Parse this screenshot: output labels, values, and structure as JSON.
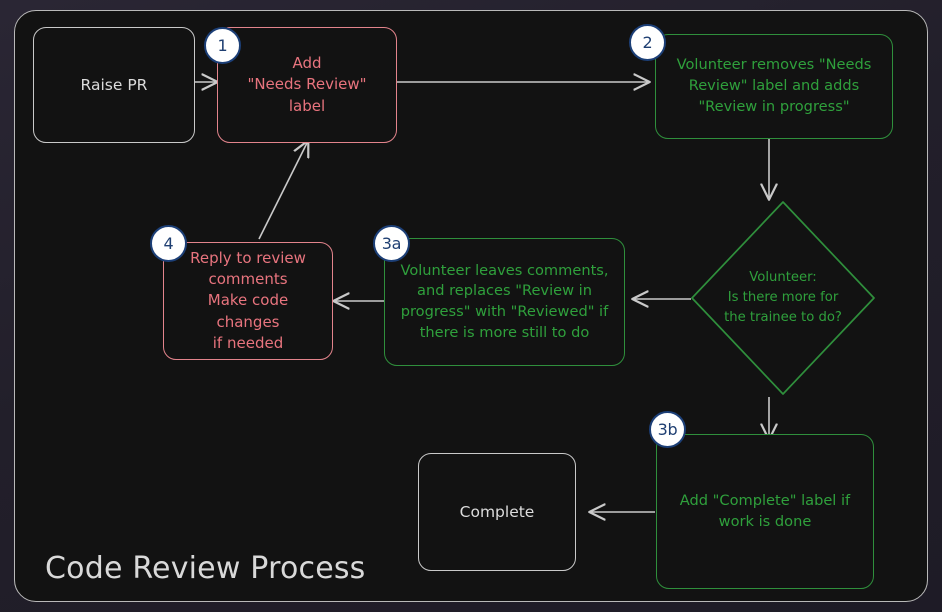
{
  "diagram": {
    "title": "Code Review Process",
    "colors": {
      "canvas_background": "#121212",
      "page_background": "#23202b",
      "frame_border": "#b9b9b9",
      "neutral_node": "#cfcfcf",
      "red_node": "#e8747e",
      "green_node": "#2fa03c",
      "badge_fill": "#ffffff",
      "badge_border": "#1c3f77",
      "badge_text": "#1f3f72",
      "edge": "#c9c9c9"
    },
    "nodes": [
      {
        "id": "raise-pr",
        "name": "raise-pr-node",
        "label": "Raise PR",
        "shape": "rounded-rect",
        "style": "plain",
        "badge": null
      },
      {
        "id": "add-needs-review",
        "name": "add-needs-review-label-node",
        "label": "Add\n\"Needs Review\"\nlabel",
        "shape": "rounded-rect",
        "style": "red",
        "badge": "1"
      },
      {
        "id": "volunteer-removes",
        "name": "volunteer-removes-label-node",
        "label": "Volunteer removes \"Needs Review\" label and adds \"Review in progress\"",
        "shape": "rounded-rect",
        "style": "green",
        "badge": "2"
      },
      {
        "id": "decision",
        "name": "decision-more-work-node",
        "label": "Volunteer:\nIs there more for\nthe trainee to do?",
        "shape": "diamond",
        "style": "green",
        "badge": null
      },
      {
        "id": "volunteer-leaves-comments",
        "name": "volunteer-leaves-comments-node",
        "label": "Volunteer leaves comments, and replaces \"Review in progress\" with \"Reviewed\" if there is more still to do",
        "shape": "rounded-rect",
        "style": "green",
        "badge": "3a"
      },
      {
        "id": "reply-to-review",
        "name": "reply-to-review-comments-node",
        "label": "Reply to review comments\nMake code changes if needed",
        "shape": "rounded-rect",
        "style": "red",
        "badge": "4"
      },
      {
        "id": "add-complete",
        "name": "add-complete-label-node",
        "label": "Add \"Complete\" label if work is done",
        "shape": "rounded-rect",
        "style": "green",
        "badge": "3b"
      },
      {
        "id": "complete",
        "name": "complete-node",
        "label": "Complete",
        "shape": "rounded-rect",
        "style": "plain",
        "badge": null
      }
    ],
    "node_text": {
      "raise_pr": "Raise PR",
      "add_needs_review_line1": "Add",
      "add_needs_review_line2": "\"Needs Review\"",
      "add_needs_review_line3": "label",
      "volunteer_removes_line1": "Volunteer removes \"Needs",
      "volunteer_removes_line2": "Review\" label and adds",
      "volunteer_removes_line3": "\"Review in progress\"",
      "decision_line1": "Volunteer:",
      "decision_line2": "Is there more for",
      "decision_line3": "the trainee to do?",
      "leaves_comments_line1": "Volunteer leaves comments,",
      "leaves_comments_line2": "and replaces \"Review in",
      "leaves_comments_line3": "progress\" with \"Reviewed\" if",
      "leaves_comments_line4": "there is more still to do",
      "reply_line1": "Reply to review",
      "reply_line2": "comments",
      "reply_line3": "Make code changes",
      "reply_line4": "if needed",
      "add_complete_line1": "Add \"Complete\" label if",
      "add_complete_line2": "work is done",
      "complete": "Complete"
    },
    "badges": {
      "step1": "1",
      "step2": "2",
      "step3a": "3a",
      "step3b": "3b",
      "step4": "4"
    },
    "edges": [
      {
        "name": "edge-raise-pr-to-add-label",
        "from": "raise-pr",
        "to": "add-needs-review",
        "label": ""
      },
      {
        "name": "edge-add-label-to-volunteer-removes",
        "from": "add-needs-review",
        "to": "volunteer-removes",
        "label": ""
      },
      {
        "name": "edge-volunteer-removes-to-decision",
        "from": "volunteer-removes",
        "to": "decision",
        "label": ""
      },
      {
        "name": "edge-decision-to-leaves-comments",
        "from": "decision",
        "to": "volunteer-leaves-comments",
        "label": ""
      },
      {
        "name": "edge-leaves-comments-to-reply",
        "from": "volunteer-leaves-comments",
        "to": "reply-to-review",
        "label": ""
      },
      {
        "name": "edge-reply-to-add-label",
        "from": "reply-to-review",
        "to": "add-needs-review",
        "label": ""
      },
      {
        "name": "edge-decision-to-add-complete",
        "from": "decision",
        "to": "add-complete",
        "label": ""
      },
      {
        "name": "edge-add-complete-to-complete",
        "from": "add-complete",
        "to": "complete",
        "label": ""
      }
    ]
  }
}
